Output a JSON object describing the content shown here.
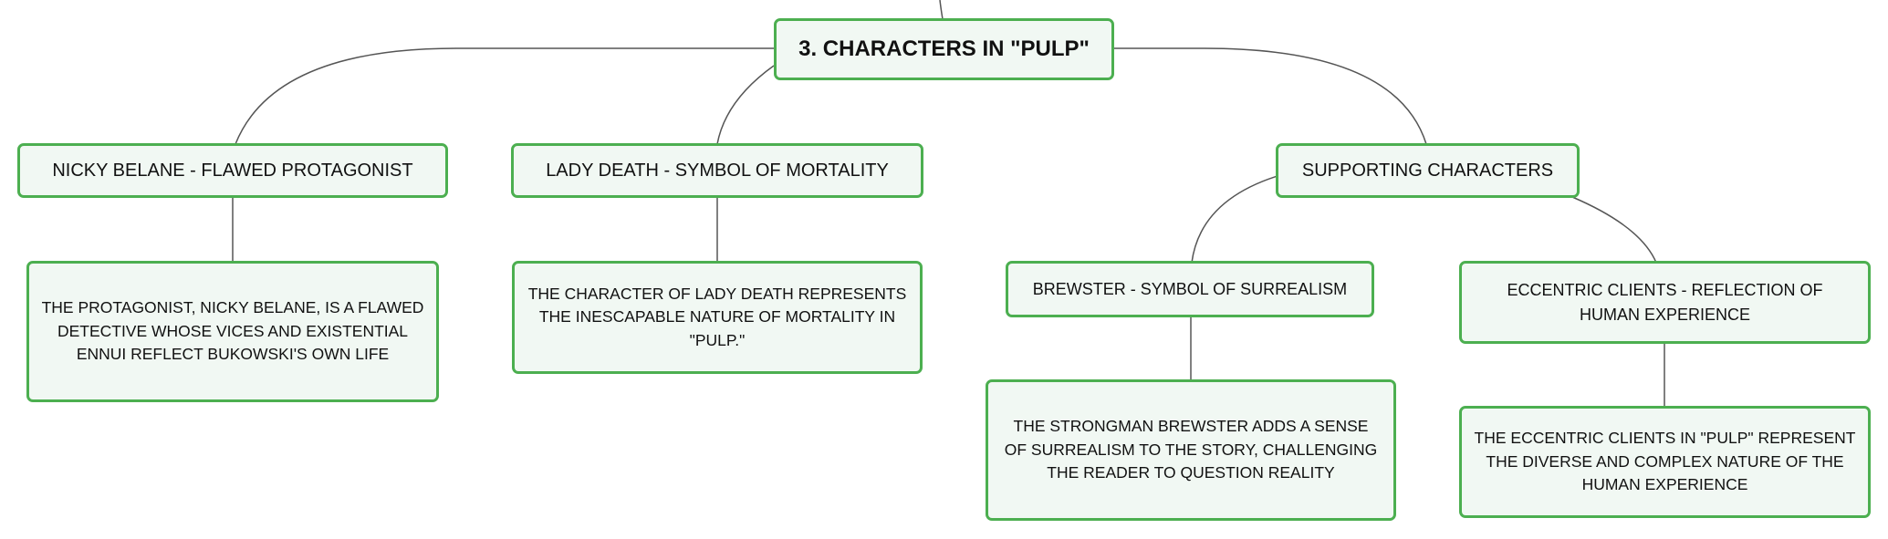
{
  "colors": {
    "node_border": "#4caf50",
    "node_fill": "#f1f8f3",
    "connector": "#555555",
    "text": "#111111"
  },
  "root": {
    "label": "3. CHARACTERS IN \"PULP\""
  },
  "topics": [
    {
      "label": "NICKY BELANE - FLAWED PROTAGONIST",
      "detail": "THE PROTAGONIST, NICKY BELANE, IS A FLAWED DETECTIVE WHOSE VICES AND EXISTENTIAL ENNUI REFLECT BUKOWSKI'S OWN LIFE"
    },
    {
      "label": "LADY DEATH - SYMBOL OF MORTALITY",
      "detail": "THE CHARACTER OF LADY DEATH REPRESENTS THE INESCAPABLE NATURE OF MORTALITY IN \"PULP.\""
    },
    {
      "label": "SUPPORTING CHARACTERS",
      "subtopics": [
        {
          "label": "BREWSTER - SYMBOL OF SURREALISM",
          "detail": "THE STRONGMAN BREWSTER ADDS A SENSE OF SURREALISM TO THE STORY, CHALLENGING THE READER TO QUESTION REALITY"
        },
        {
          "label": "ECCENTRIC CLIENTS - REFLECTION OF HUMAN EXPERIENCE",
          "detail": "THE ECCENTRIC CLIENTS IN \"PULP\" REPRESENT THE DIVERSE AND COMPLEX NATURE OF THE HUMAN EXPERIENCE"
        }
      ]
    }
  ]
}
